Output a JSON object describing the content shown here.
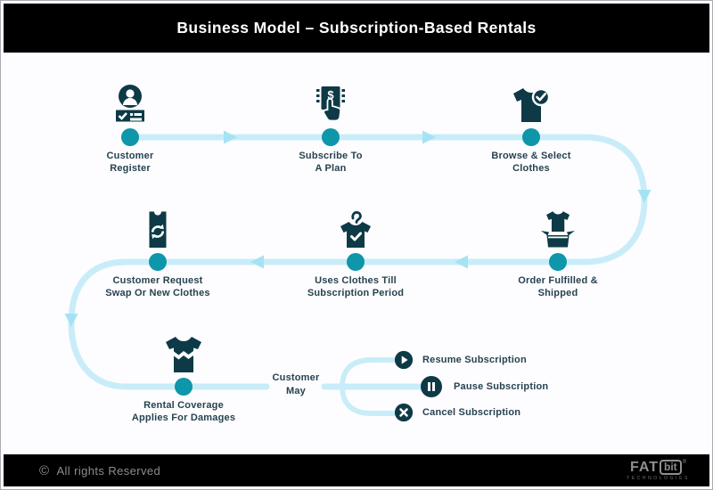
{
  "header": {
    "title": "Business Model – Subscription-Based Rentals"
  },
  "flow": {
    "steps": [
      {
        "id": "customer-register",
        "label": "Customer\nRegister"
      },
      {
        "id": "subscribe-plan",
        "label": "Subscribe To\nA Plan"
      },
      {
        "id": "browse-select",
        "label": "Browse & Select\nClothes"
      },
      {
        "id": "order-fulfilled",
        "label": "Order Fulfilled &\nShipped"
      },
      {
        "id": "uses-clothes",
        "label": "Uses Clothes Till\nSubscription Period"
      },
      {
        "id": "swap-clothes",
        "label": "Customer Request\nSwap Or New Clothes"
      },
      {
        "id": "rental-coverage",
        "label": "Rental Coverage\nApplies For Damages"
      }
    ],
    "branch": {
      "label": "Customer\nMay",
      "options": [
        {
          "id": "resume",
          "icon": "play-icon",
          "label": "Resume Subscription"
        },
        {
          "id": "pause",
          "icon": "pause-icon",
          "label": "Pause Subscription"
        },
        {
          "id": "cancel",
          "icon": "cancel-icon",
          "label": "Cancel Subscription"
        }
      ]
    }
  },
  "footer": {
    "copyright_symbol": "©",
    "copyright": "All rights Reserved",
    "logo": {
      "part1": "FAT",
      "part2": "bit",
      "mark": "®",
      "subtitle": "TECHNOLOGIES"
    }
  },
  "colors": {
    "line": "#c9edf8",
    "arrow": "#a5e3f4",
    "node": "#0e96ab",
    "icon": "#0d3a46",
    "header_bg": "#000000"
  }
}
